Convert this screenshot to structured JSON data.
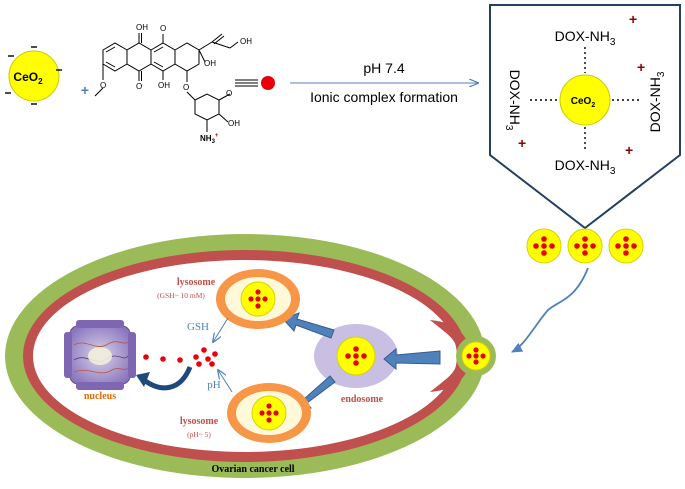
{
  "colors": {
    "nanoparticle_fill": "#ffff00",
    "drug_dot": "#e8000b",
    "cell_outer_green": "#9bbb59",
    "cell_membrane_red": "#c0504d",
    "endosome_lavender": "#c8bfe3",
    "lysosome_orange": "#f79646",
    "lysosome_inner": "#fff9d9",
    "arrow_blue": "#4f81bd",
    "nucleus_purple": "#7f66b2",
    "box_border": "#243f60",
    "label_red": "#c0504d",
    "label_orange": "#e36c09",
    "label_blue": "#4f81bd"
  },
  "reaction": {
    "reactant_label": "CeO",
    "reactant_sub": "2",
    "plus": "+",
    "condition_top": "pH 7.4",
    "condition_bottom": "Ionic complex formation",
    "dox": {
      "oh_top_left": "OH",
      "o_top": "O",
      "oh_top_right": "OH",
      "oh_ring": "OH",
      "methoxy_o": "O",
      "o_mid_left": "O",
      "oh_mid": "OH",
      "ring_o": "O",
      "sugar_o": "O",
      "sugar_oh": "OH",
      "amine": "NH",
      "amine_sub": "3",
      "amine_charge": "+"
    }
  },
  "complex": {
    "center_label": "CeO",
    "center_sub": "2",
    "ligand_main": "DOX-NH",
    "ligand_sub": "3",
    "ligand_charge": "+"
  },
  "cell": {
    "title": "Ovarian cancer cell",
    "nucleus": "nucleus",
    "endosome": "endosome",
    "lysosome_top_title": "lysosome",
    "lysosome_top_cond": "(GSH~ 10 mM)",
    "lysosome_bottom_title": "lysosome",
    "lysosome_bottom_cond": "(pH~ 5)",
    "gsh": "GSH",
    "ph": "pH"
  }
}
